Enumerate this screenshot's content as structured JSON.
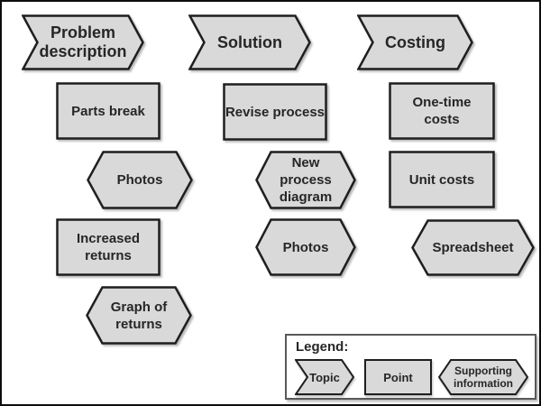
{
  "colors": {
    "shape_fill": "#d9d9d9",
    "shape_stroke": "#1f1f1f",
    "text": "#262626",
    "canvas_border": "#0d0d0d",
    "legend_border": "#595959",
    "background": "#ffffff"
  },
  "shapes": [
    {
      "id": "topic-problem-description",
      "kind": "topic-chevron",
      "label": "Problem\ndescription"
    },
    {
      "id": "point-parts-break",
      "kind": "point-rectangle",
      "label": "Parts break"
    },
    {
      "id": "supporting-photos-problem",
      "kind": "supporting-hexagon",
      "label": "Photos"
    },
    {
      "id": "point-increased-returns",
      "kind": "point-rectangle",
      "label": "Increased\nreturns"
    },
    {
      "id": "supporting-graph-of-returns",
      "kind": "supporting-hexagon",
      "label": "Graph of\nreturns"
    },
    {
      "id": "topic-solution",
      "kind": "topic-chevron",
      "label": "Solution"
    },
    {
      "id": "point-revise-process",
      "kind": "point-rectangle",
      "label": "Revise process"
    },
    {
      "id": "supporting-new-process-diagram",
      "kind": "supporting-hexagon",
      "label": "New\nprocess\ndiagram"
    },
    {
      "id": "supporting-photos-solution",
      "kind": "supporting-hexagon",
      "label": "Photos"
    },
    {
      "id": "topic-costing",
      "kind": "topic-chevron",
      "label": "Costing"
    },
    {
      "id": "point-one-time-costs",
      "kind": "point-rectangle",
      "label": "One-time\ncosts"
    },
    {
      "id": "point-unit-costs",
      "kind": "point-rectangle",
      "label": "Unit costs"
    },
    {
      "id": "supporting-spreadsheet",
      "kind": "supporting-hexagon",
      "label": "Spreadsheet"
    }
  ],
  "legend": {
    "title": "Legend:",
    "items": [
      {
        "kind": "topic-chevron",
        "label": "Topic"
      },
      {
        "kind": "point-rectangle",
        "label": "Point"
      },
      {
        "kind": "supporting-hexagon",
        "label": "Supporting\ninformation"
      }
    ]
  }
}
